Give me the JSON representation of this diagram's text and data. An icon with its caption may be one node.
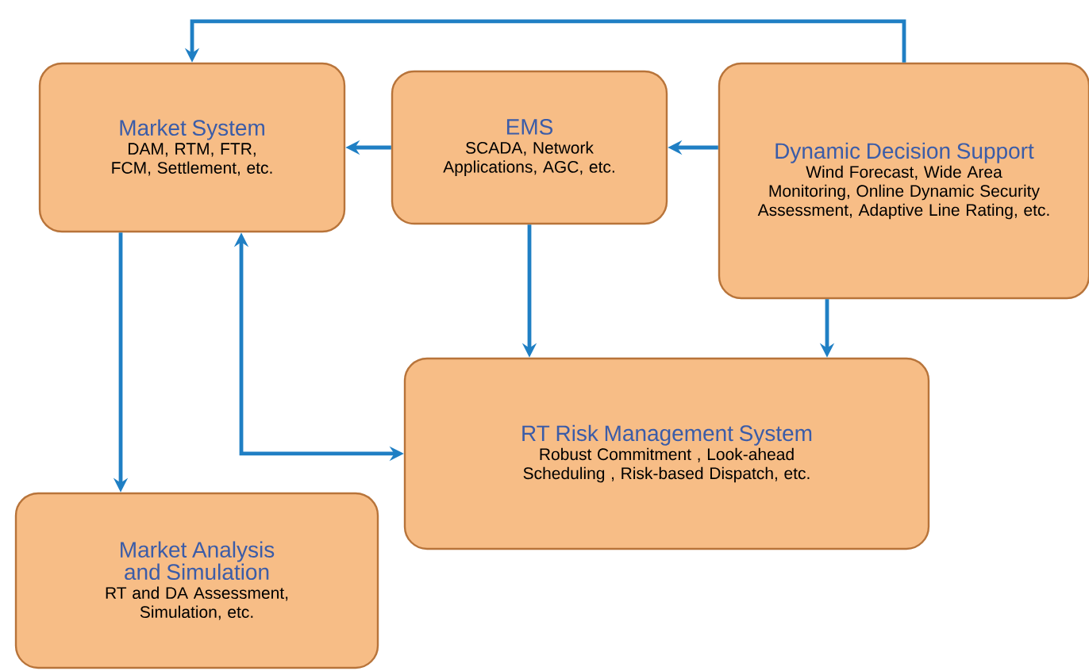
{
  "diagram": {
    "nodes": [
      {
        "text": [
          "Market System",
          "DAM, RTM, FTR, FCM, Settlement, etc."
        ]
      },
      {
        "text": [
          "EMS",
          "SCADA, Network Applications, AGC, etc."
        ]
      },
      {
        "text": [
          "Dynamic Decision Support",
          "Wind Forecast, Wide Area Monitoring, Online Dynamic Security Assessment, Adaptive Line Rating, etc."
        ]
      },
      {
        "text": [
          "RT Risk Management System",
          "Robust Commitment , Look-ahead Scheduling , Risk-based Dispatch, etc."
        ]
      },
      {
        "text": [
          "Market Analysis and Simulation",
          "RT and DA Assessment, Simulation, etc."
        ]
      }
    ],
    "edges": [
      {
        "from": 2,
        "to": 0,
        "arrow": "to"
      },
      {
        "from": 2,
        "to": 1,
        "arrow": "to"
      },
      {
        "from": 1,
        "to": 0,
        "arrow": "to"
      },
      {
        "from": 1,
        "to": 3,
        "arrow": "to"
      },
      {
        "from": 2,
        "to": 3,
        "arrow": "to"
      },
      {
        "from": 0,
        "to": 4,
        "arrow": "to"
      },
      {
        "from": 3,
        "to": 0,
        "arrow": "both"
      }
    ]
  }
}
